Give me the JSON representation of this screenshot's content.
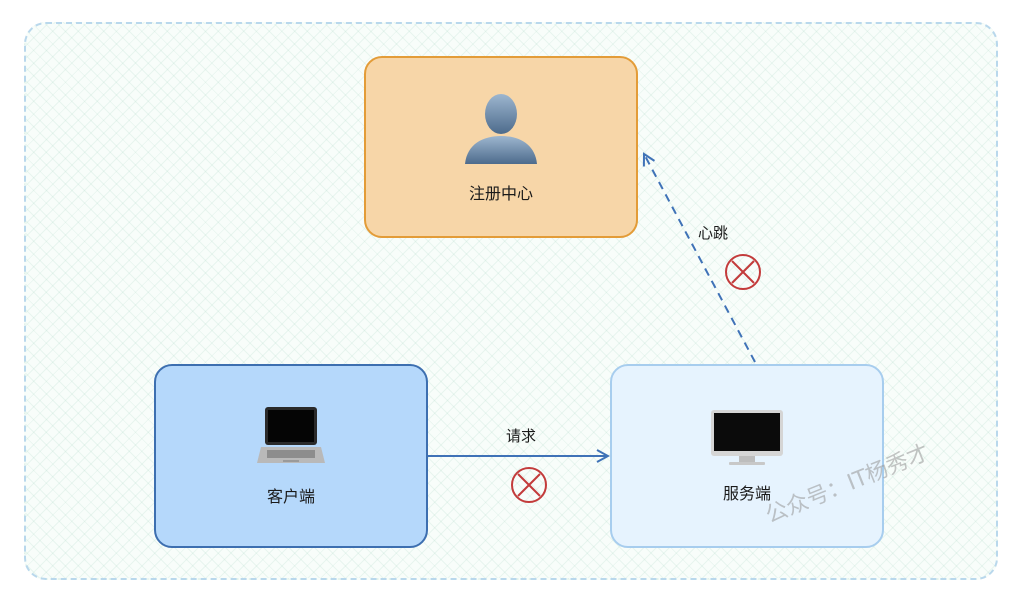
{
  "nodes": {
    "registry": {
      "label": "注册中心",
      "icon": "user-icon"
    },
    "client": {
      "label": "客户端",
      "icon": "laptop-icon"
    },
    "server": {
      "label": "服务端",
      "icon": "monitor-icon"
    }
  },
  "edges": {
    "request": {
      "label": "请求",
      "status_icon": "error-x-icon"
    },
    "heartbeat": {
      "label": "心跳",
      "status_icon": "error-x-icon"
    }
  },
  "watermark": "公众号：IT杨秀才",
  "colors": {
    "registry_fill": "#f7d6a8",
    "registry_border": "#e39c38",
    "client_fill": "#b5d8fb",
    "client_border": "#3d6fb0",
    "server_fill": "#e6f3fe",
    "server_border": "#a7cdee",
    "arrow": "#3f72b7",
    "error": "#c33b3b"
  }
}
